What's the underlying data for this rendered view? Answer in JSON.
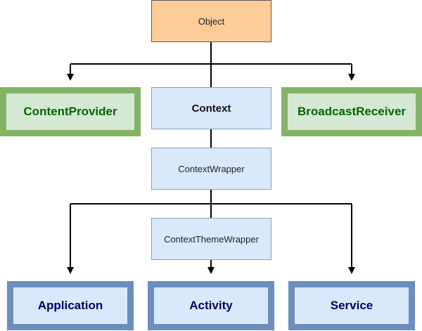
{
  "diagram": {
    "nodes": {
      "object": "Object",
      "context": "Context",
      "content_provider": "ContentProvider",
      "broadcast_receiver": "BroadcastReceiver",
      "context_wrapper": "ContextWrapper",
      "context_theme_wrapper": "ContextThemeWrapper",
      "application": "Application",
      "activity": "Activity",
      "service": "Service"
    },
    "colors": {
      "object_fill": "#ffcc99",
      "blue_fill": "#dae8fc",
      "blue_border": "#6c8ebf",
      "green_fill": "#d5e8d4",
      "green_border": "#82b366",
      "green_text": "#006600",
      "blue_text": "#000066",
      "connector": "#000000"
    }
  }
}
